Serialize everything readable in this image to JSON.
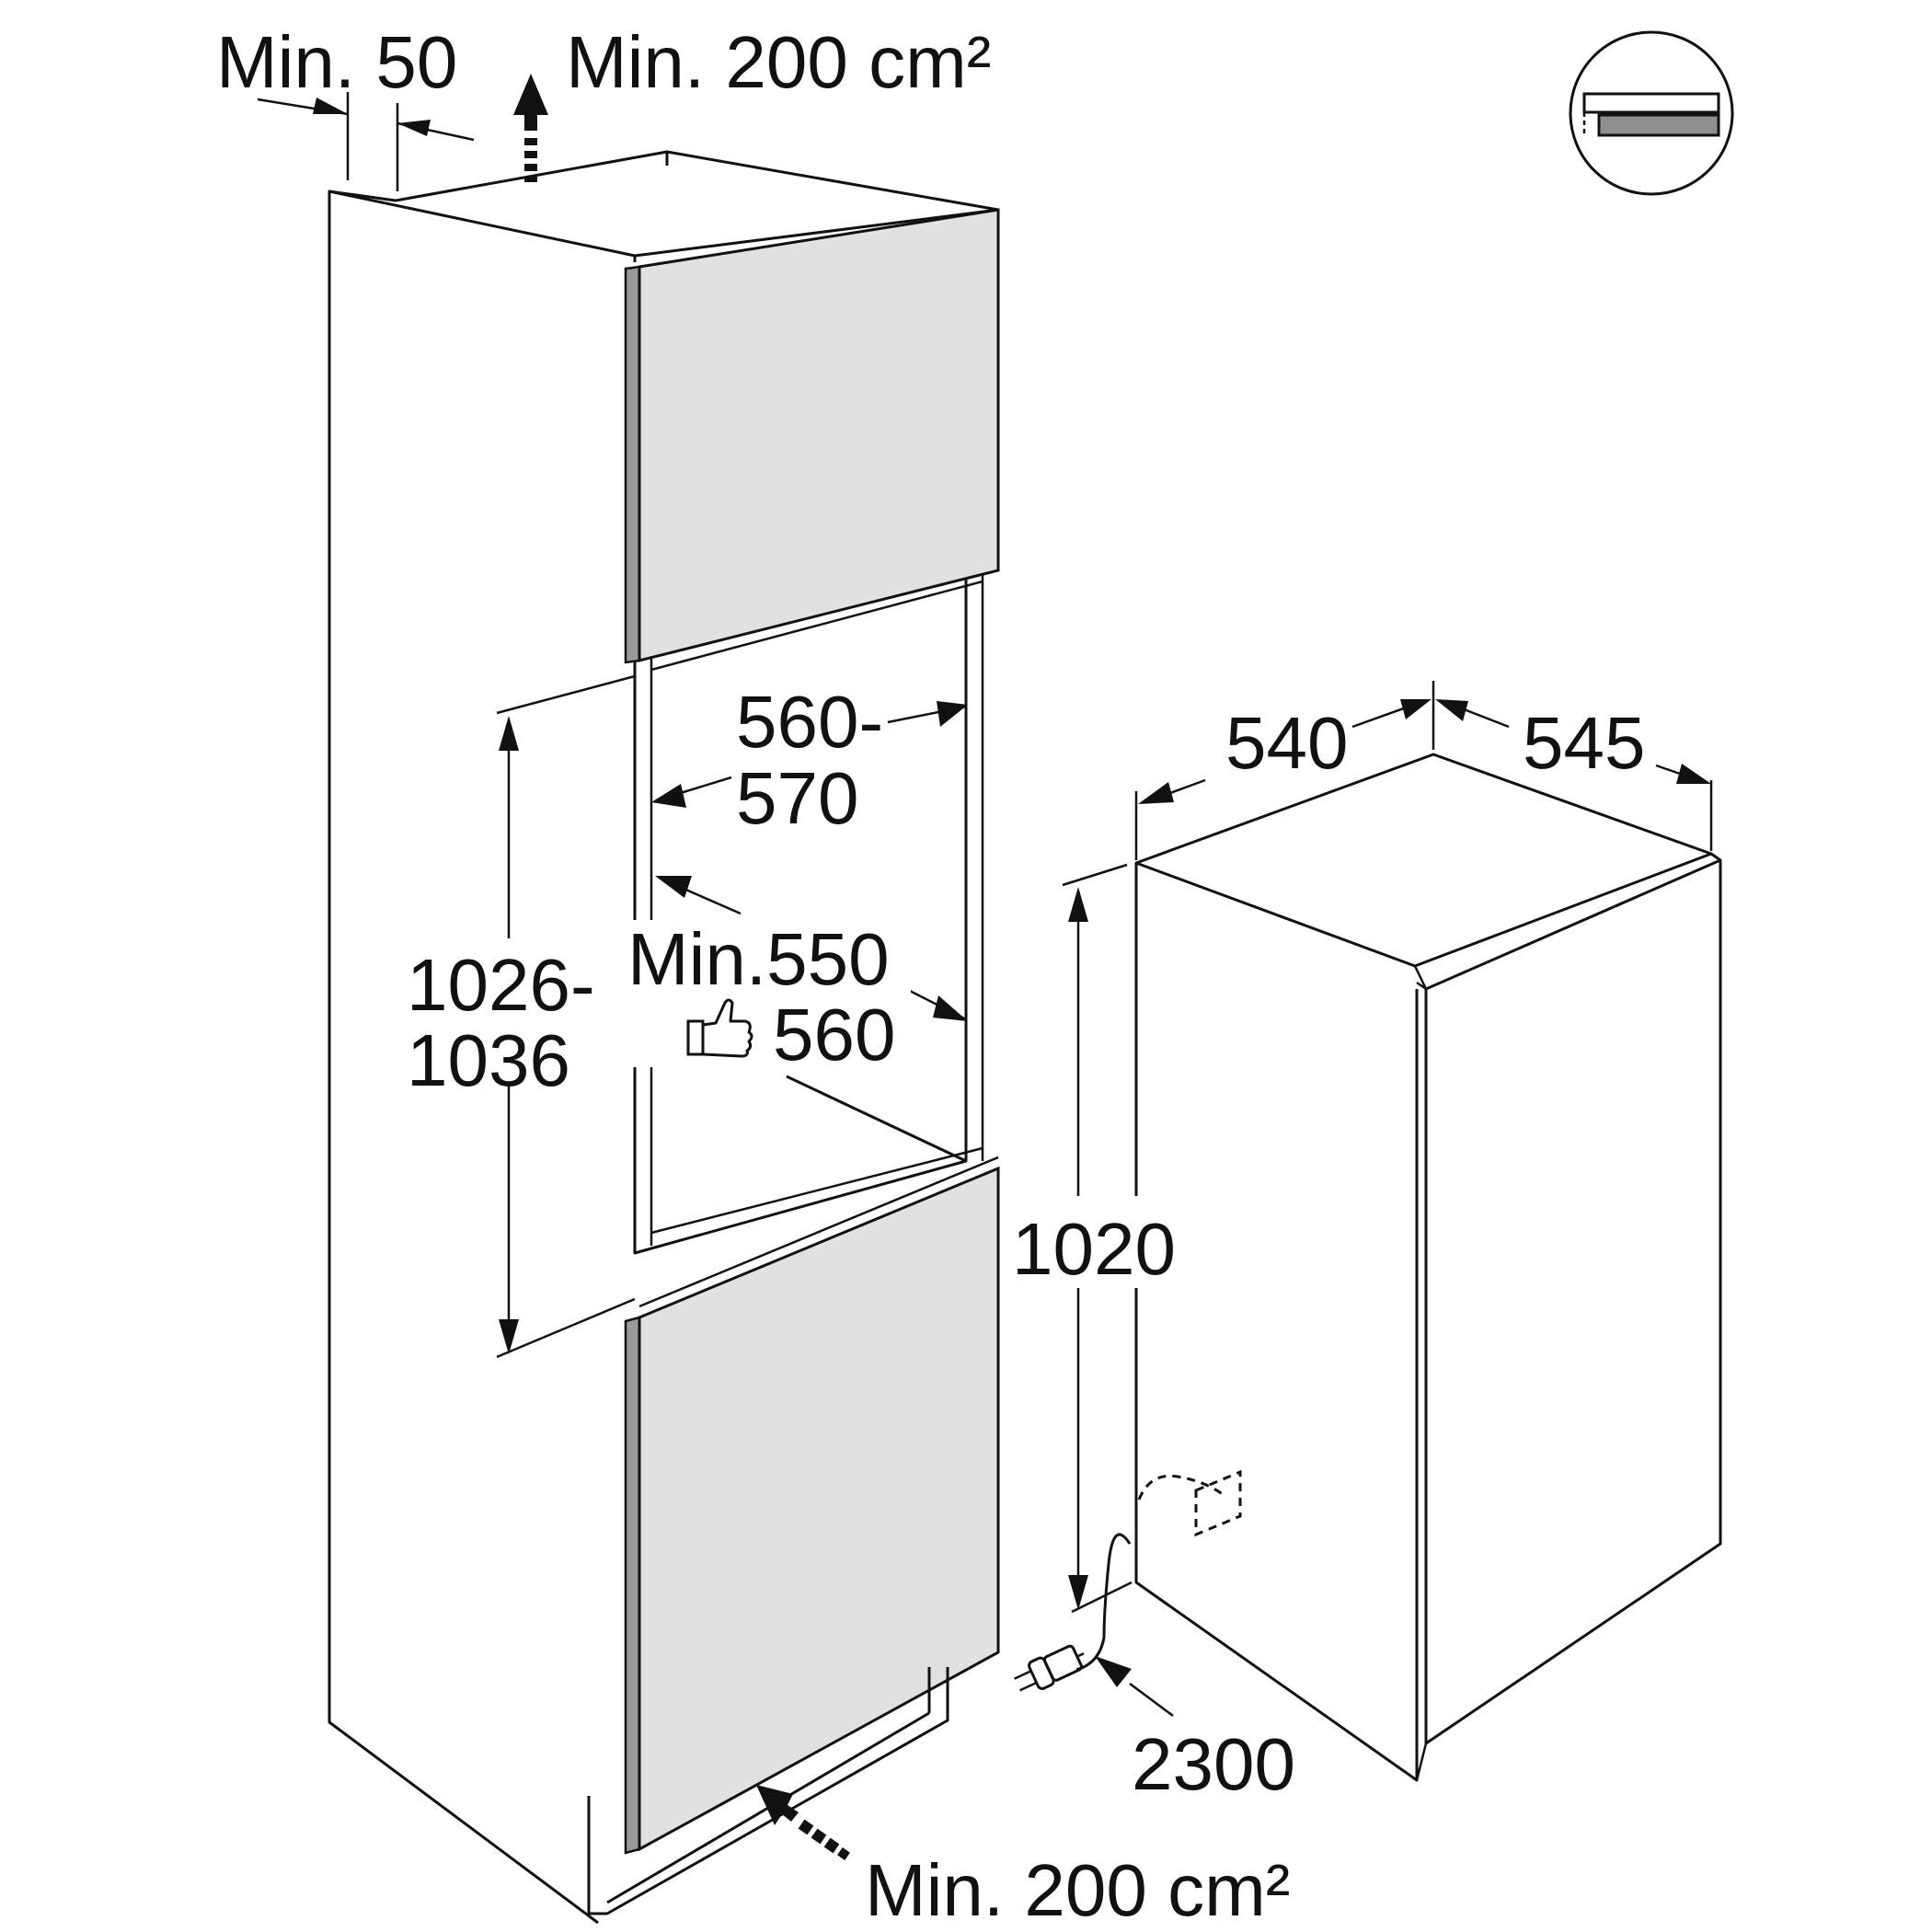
{
  "labels": {
    "top_gap": "Min. 50",
    "top_vent": "Min. 200 cm²",
    "niche_width_line1": "560-",
    "niche_width_line2": "570",
    "niche_height_line1": "1026-",
    "niche_height_line2": "1036",
    "niche_depth_line1": "Min.550",
    "niche_depth_line2": "560",
    "appliance_width": "540",
    "appliance_depth": "545",
    "appliance_height": "1020",
    "cable_length": "2300",
    "bottom_vent": "Min. 200 cm²"
  },
  "icons": {
    "recommended": "thumbs-up-icon",
    "installation_type": "fixed-door-installation-icon",
    "plug": "power-plug-icon",
    "socket": "wall-socket-icon"
  },
  "colors": {
    "line": "#111111",
    "door_face": "#e1e1e1",
    "door_edge": "#9a9a9a",
    "background": "#ffffff"
  }
}
